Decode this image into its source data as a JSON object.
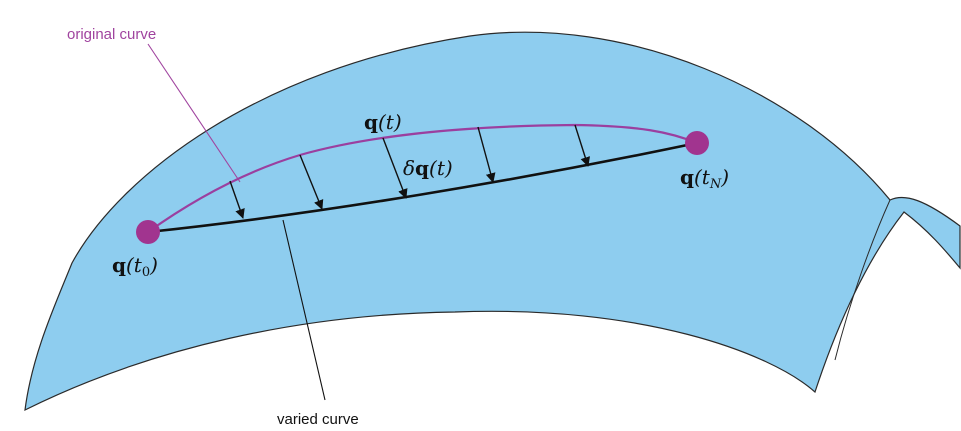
{
  "labels": {
    "original_curve": "original curve",
    "varied_curve": "varied curve",
    "q_t": {
      "symbol": "q",
      "arg": "(t)"
    },
    "delta_q_t": {
      "prefix": "δ",
      "symbol": "q",
      "arg": "(t)"
    },
    "q_t0": {
      "symbol": "q",
      "open": "(t",
      "sub": "0",
      "close": ")"
    },
    "q_tN": {
      "symbol": "q",
      "open": "(t",
      "sub": "N",
      "close": ")"
    }
  },
  "colors": {
    "surface_fill": "#8ECDEF",
    "surface_stroke": "#2a2a2a",
    "original_curve": "#9B3F9F",
    "varied_curve": "#111111",
    "endpoint": "#A1348F",
    "label_purple": "#A0449F",
    "arrow": "#111111",
    "background": "#ffffff"
  }
}
